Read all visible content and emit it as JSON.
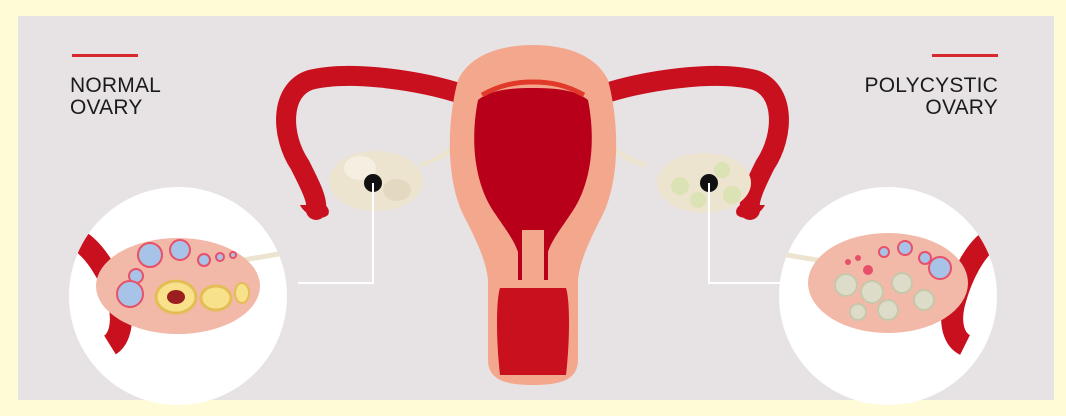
{
  "labels": {
    "normal": [
      "NORMAL",
      "OVARY"
    ],
    "polycystic": [
      "POLYCYSTIC",
      "OVARY"
    ]
  },
  "colors": {
    "accent": "#d9272e",
    "uterus_outer": "#f3a88e",
    "uterus_inner": "#b8001a",
    "tube": "#c8101f",
    "ovary": "#ece4cf",
    "background": "#e7e2e3",
    "frame": "#fefbd6"
  }
}
